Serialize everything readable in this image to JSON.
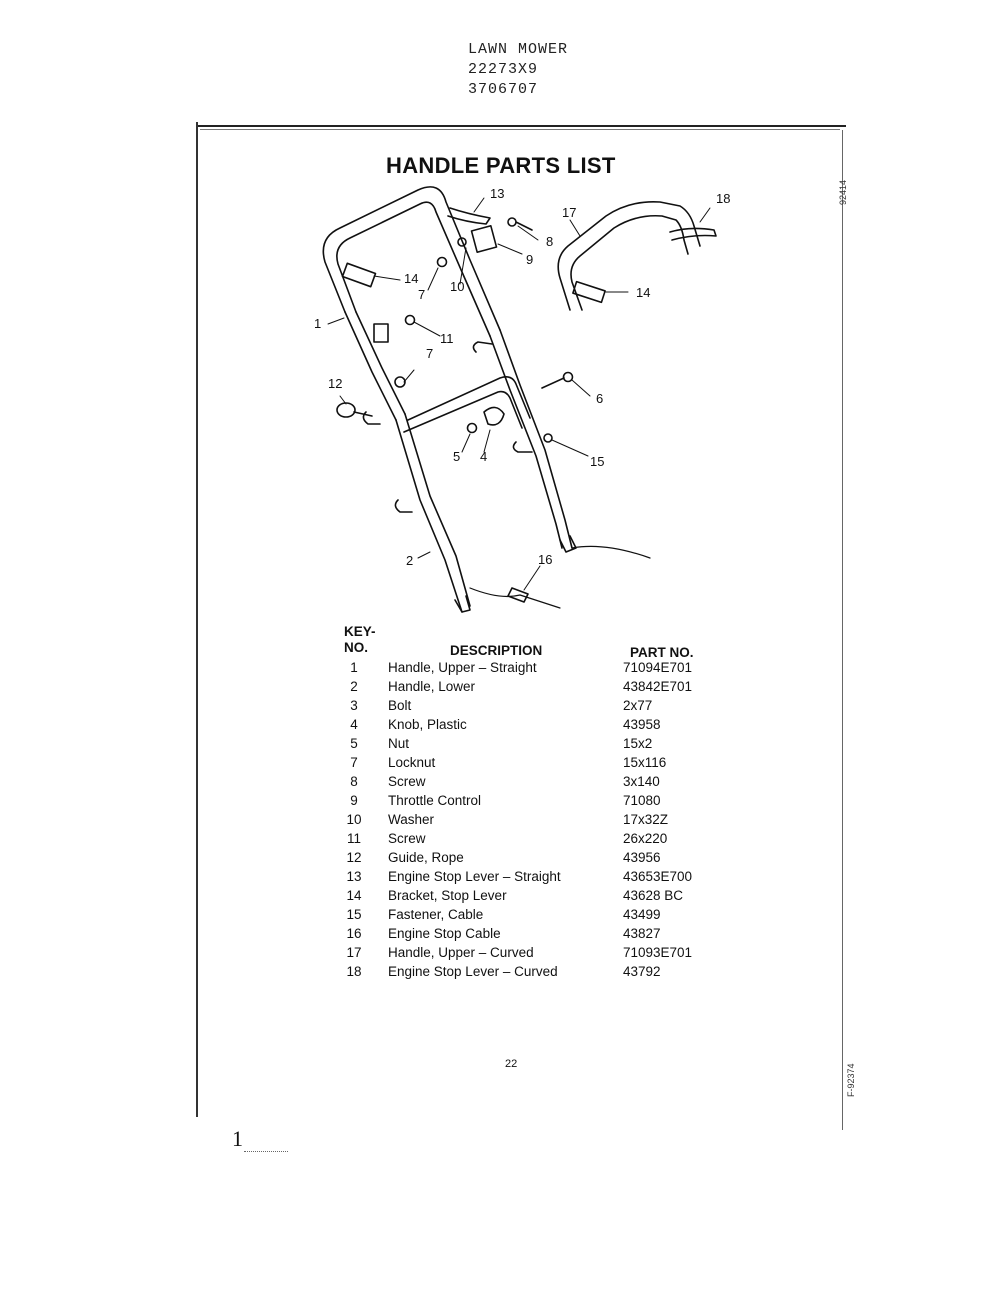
{
  "header": {
    "line1": "LAWN MOWER",
    "line2": "22273X9",
    "line3": "3706707"
  },
  "title": "HANDLE PARTS LIST",
  "side_codes": {
    "top": "92414",
    "bottom": "F-92374"
  },
  "callouts": {
    "c1": "1",
    "c2": "2",
    "c4": "4",
    "c5": "5",
    "c6": "6",
    "c7a": "7",
    "c7b": "7",
    "c8": "8",
    "c9": "9",
    "c10": "10",
    "c11": "11",
    "c12": "12",
    "c13": "13",
    "c14a": "14",
    "c14b": "14",
    "c15": "15",
    "c16": "16",
    "c17": "17",
    "c18": "18"
  },
  "table": {
    "key_header_line1": "KEY-",
    "key_header_line2": "NO.",
    "desc_header": "DESCRIPTION",
    "part_header": "PART NO.",
    "rows": [
      {
        "key": "1",
        "description": "Handle, Upper – Straight",
        "part": "71094E701"
      },
      {
        "key": "2",
        "description": "Handle, Lower",
        "part": "43842E701"
      },
      {
        "key": "3",
        "description": "Bolt",
        "part": "2x77"
      },
      {
        "key": "4",
        "description": "Knob, Plastic",
        "part": "43958"
      },
      {
        "key": "5",
        "description": "Nut",
        "part": "15x2"
      },
      {
        "key": "7",
        "description": "Locknut",
        "part": "15x116"
      },
      {
        "key": "8",
        "description": "Screw",
        "part": "3x140"
      },
      {
        "key": "9",
        "description": "Throttle Control",
        "part": "71080"
      },
      {
        "key": "10",
        "description": "Washer",
        "part": "17x32Z"
      },
      {
        "key": "11",
        "description": "Screw",
        "part": "26x220"
      },
      {
        "key": "12",
        "description": "Guide, Rope",
        "part": "43956"
      },
      {
        "key": "13",
        "description": "Engine Stop Lever – Straight",
        "part": "43653E700"
      },
      {
        "key": "14",
        "description": "Bracket, Stop Lever",
        "part": "43628 BC"
      },
      {
        "key": "15",
        "description": "Fastener, Cable",
        "part": "43499"
      },
      {
        "key": "16",
        "description": "Engine Stop Cable",
        "part": "43827"
      },
      {
        "key": "17",
        "description": "Handle, Upper – Curved",
        "part": "71093E701"
      },
      {
        "key": "18",
        "description": "Engine Stop Lever – Curved",
        "part": "43792"
      }
    ]
  },
  "page_number": "22",
  "stray_mark": "1"
}
